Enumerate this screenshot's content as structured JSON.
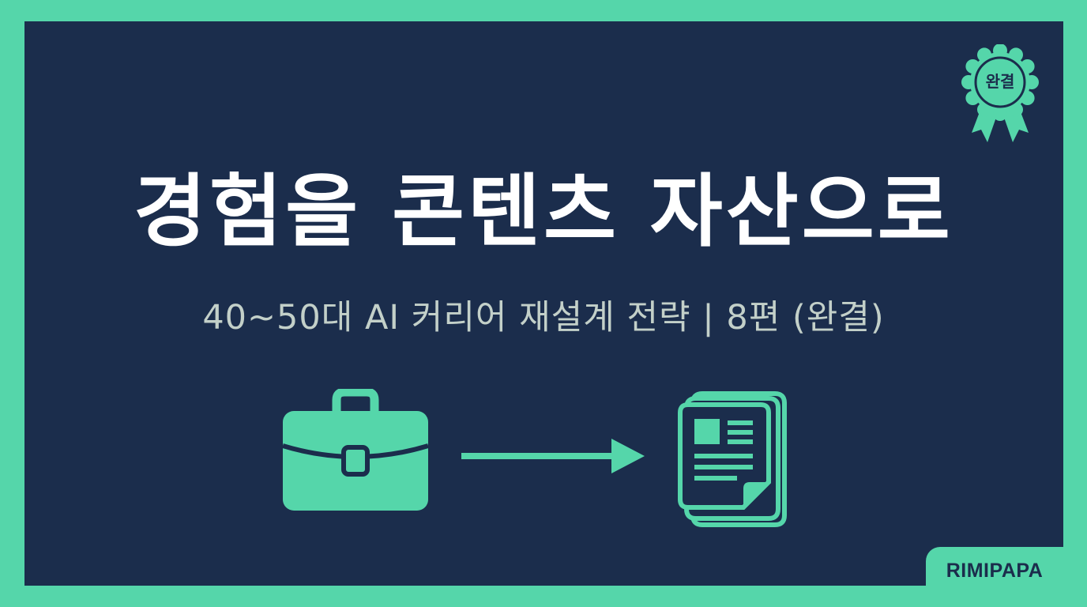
{
  "title": "경험을 콘텐츠 자산으로",
  "subtitle": "40~50대 AI 커리어 재설계 전략 | 8편 (완결)",
  "badge": {
    "label": "완결",
    "icon": "rosette-badge-icon"
  },
  "icons": {
    "left": "briefcase-icon",
    "middle": "arrow-right-icon",
    "right": "documents-icon"
  },
  "brand": {
    "label": "RIMIPAPA"
  },
  "colors": {
    "background_panel": "#1b2d4c",
    "accent": "#55d6aa",
    "title_text": "#ffffff",
    "subtitle_text": "#c3d0c9"
  }
}
